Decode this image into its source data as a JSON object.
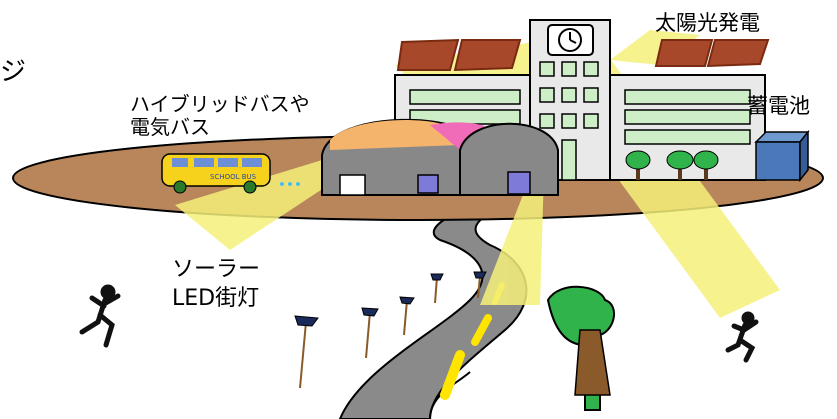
{
  "labels": {
    "edge_char": "ジ",
    "solar_power": "太陽光発電",
    "bus_line1": "ハイブリッドバスや",
    "bus_line2": "電気バス",
    "battery": "蓄電池",
    "led_line1": "ソーラー",
    "led_line2": "LED街灯"
  },
  "bus_text": "SCHOOL BUS",
  "colors": {
    "ground": "#b8865a",
    "road": "#8a8a8a",
    "road_stripe": "#ffe500",
    "beam": "#f5f07a",
    "bus": "#f7d21c",
    "building": "#e9e9e9",
    "window": "#cdeec6",
    "dome": "#888888",
    "roof_orange": "#f5b46b",
    "roof_pink": "#f06cb8",
    "battery": "#4a78b8",
    "tree": "#2fb34a",
    "panel": "#a8482a"
  },
  "icons": [
    "solar-panel-icon",
    "clock-icon",
    "school-bus-icon",
    "battery-icon",
    "street-lamp-icon",
    "tree-icon",
    "runner-icon"
  ]
}
